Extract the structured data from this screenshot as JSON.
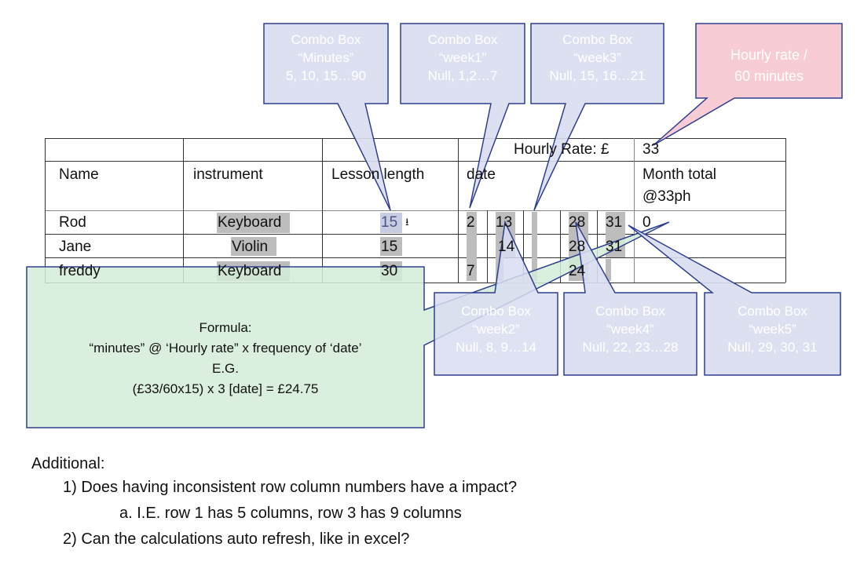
{
  "table": {
    "hourly_rate_label": "Hourly Rate: £",
    "hourly_rate_value": "33",
    "headers": {
      "name": "Name",
      "instrument": "instrument",
      "lesson_length": "Lesson length",
      "date": "date",
      "month_total": "Month total",
      "month_total_sub": "@33ph"
    },
    "rows": [
      {
        "name": "Rod",
        "instrument": "Keyboard",
        "minutes": "15",
        "dates": [
          "2",
          "13",
          "",
          "28",
          "31"
        ],
        "total": "0"
      },
      {
        "name": "Jane",
        "instrument": "Violin",
        "minutes": "15",
        "dates": [
          "",
          "14",
          "",
          "28",
          "31"
        ],
        "total": ""
      },
      {
        "name": "freddy",
        "instrument": "Keyboard",
        "minutes": "30",
        "dates": [
          "7",
          "",
          "",
          "24",
          ""
        ],
        "total": ""
      }
    ],
    "dropdown_icon": "arrow-down-icon"
  },
  "callouts": {
    "minutes": [
      "Combo Box",
      "“Minutes”",
      "5, 10, 15…90"
    ],
    "week1": [
      "Combo Box",
      "“week1”",
      "Null, 1,2…7"
    ],
    "week3": [
      "Combo Box",
      "“week3”",
      "Null, 15, 16…21"
    ],
    "hourly": [
      "Hourly rate /",
      "60 minutes"
    ],
    "week2": [
      "Combo Box",
      "“week2”",
      "Null, 8, 9…14"
    ],
    "week4": [
      "Combo Box",
      "“week4”",
      "Null, 22, 23…28"
    ],
    "week5": [
      "Combo Box",
      "“week5”",
      "Null, 29, 30, 31"
    ],
    "formula": [
      "Formula:",
      "“minutes” @ ‘Hourly rate” x frequency of ‘date’",
      "E.G.",
      "(£33/60x15) x 3 [date] = £24.75"
    ]
  },
  "colors": {
    "callout_fill": "#d9ddf0",
    "callout_border": "#2f3f8f",
    "pink_fill": "#f8ccd4",
    "green_fill": "#d3ecd7"
  },
  "notes": {
    "heading": "Additional:",
    "q1": "1)  Does having inconsistent row column numbers have a impact?",
    "q1a": "a.   I.E. row 1 has 5 columns, row 3 has 9 columns",
    "q2": "2)  Can the calculations auto refresh, like in excel?"
  }
}
